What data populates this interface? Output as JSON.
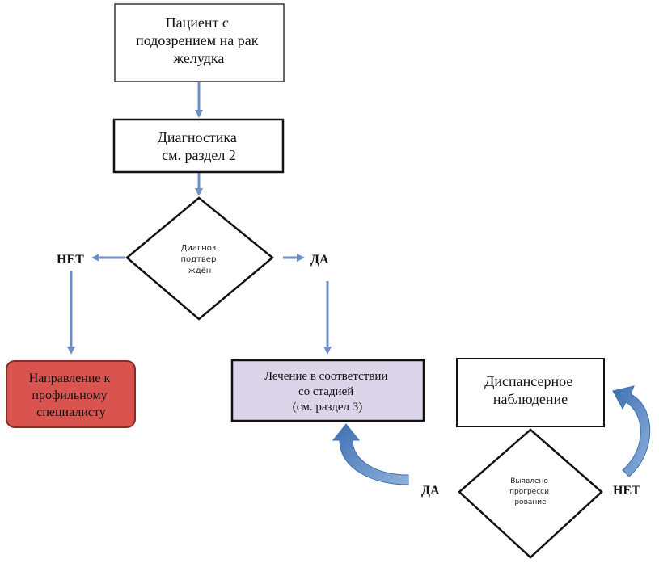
{
  "nodes": {
    "start": {
      "lines": [
        "Пациент с",
        "подозрением на рак",
        "желудка"
      ]
    },
    "diagnostics": {
      "lines": [
        "Диагностика",
        "см. раздел 2"
      ]
    },
    "decision_confirmed": {
      "lines": [
        "Диагноз",
        "подтвер",
        "ждён"
      ]
    },
    "referral": {
      "lines": [
        "Направление к",
        "профильному",
        "специалисту"
      ]
    },
    "treatment": {
      "lines": [
        "Лечение в соответствии",
        "со стадией",
        "(см. раздел 3)"
      ]
    },
    "followup": {
      "lines": [
        "Диспансерное",
        "наблюдение"
      ]
    },
    "decision_progression": {
      "lines": [
        "Выявлено",
        "прогресси",
        "рование"
      ]
    }
  },
  "labels": {
    "no_left": "НЕТ",
    "yes_right": "ДА",
    "yes_bottom": "ДА",
    "no_bottom": "НЕТ"
  },
  "colors": {
    "arrow": "#6f8fc4",
    "curved_arrow": "#4a7ab8",
    "border": "#111111",
    "referral_fill": "#d9534f",
    "referral_border": "#8b2a22",
    "treatment_fill": "#dcd5ea"
  }
}
